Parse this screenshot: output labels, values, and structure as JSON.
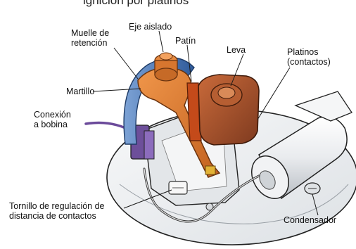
{
  "top_caption": "ignición por platinos",
  "labels": {
    "eje_aislado": "Eje aislado",
    "muelle": "Muelle de\nretención",
    "patin": "Patín",
    "leva": "Leva",
    "platinos": "Platinos\n(contactos)",
    "martillo": "Martillo",
    "conexion": "Conexión\na bobina",
    "tornillo": "Tornillo de regulación de\ndistancia de contactos",
    "condensador": "Condensador"
  },
  "colors": {
    "background": "#ffffff",
    "base_plate": "#eef0f2",
    "hammer": "#d9772f",
    "spring": "#4b78b8",
    "cam": "#a04e2c",
    "leader_lines": "#1a1a1a"
  }
}
